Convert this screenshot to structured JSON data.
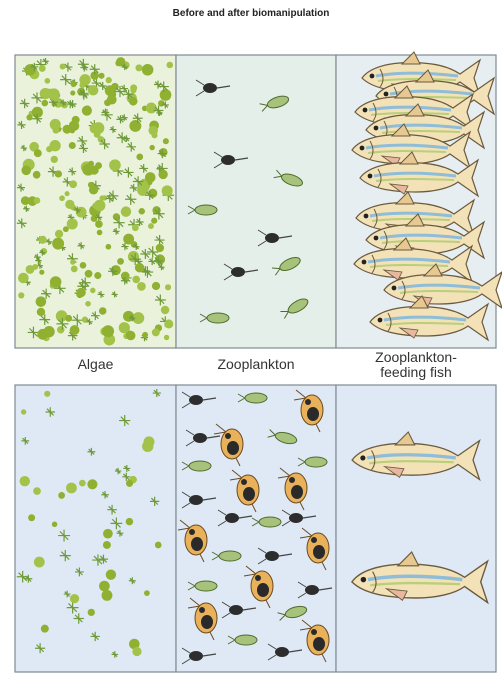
{
  "title": "Before and after biomanipulation",
  "labels": {
    "algae": "Algae",
    "zooplankton": "Zooplankton",
    "fish_line1": "Zooplankton-",
    "fish_line2": "feeding fish"
  },
  "colors": {
    "panel_top_algae": "#eaf2dc",
    "panel_top_zoo": "#e4efe9",
    "panel_top_fish": "#e6eef2",
    "panel_bottom": "#dfe9f5",
    "panel_border": "#7f8a93",
    "algae_green": "#8fb030",
    "fish_body": "#f3e2b8",
    "fish_stripe": "#8fbcd6"
  }
}
